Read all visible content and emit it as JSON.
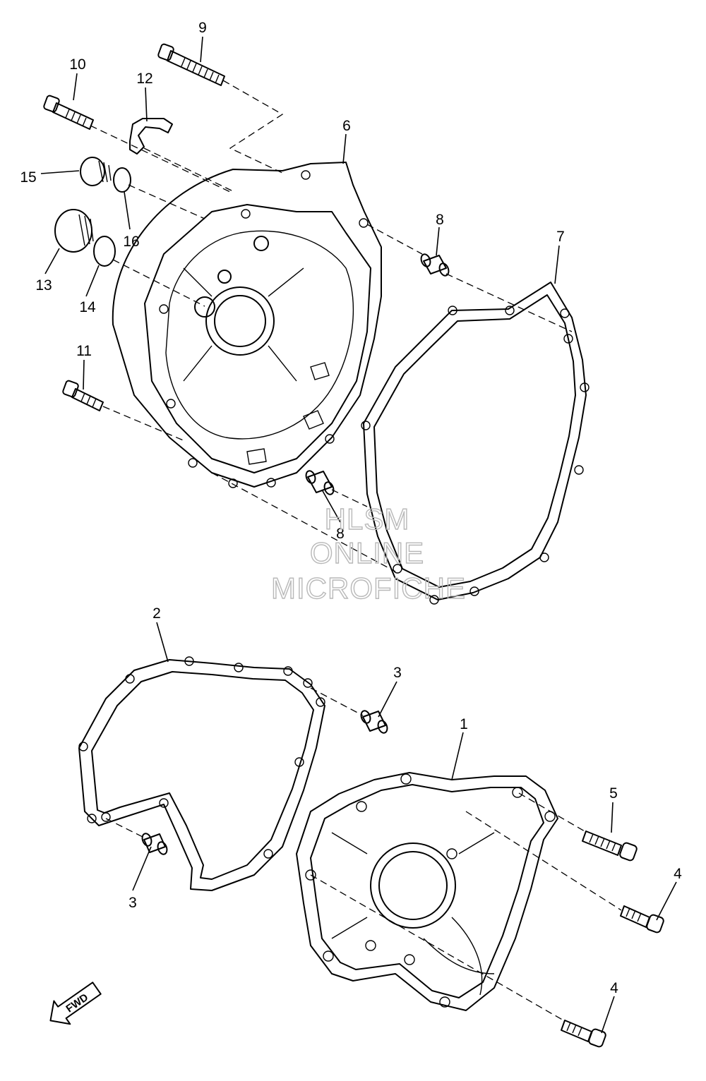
{
  "callouts": [
    {
      "id": "c9",
      "label": "9"
    },
    {
      "id": "c10",
      "label": "10"
    },
    {
      "id": "c12",
      "label": "12"
    },
    {
      "id": "c6",
      "label": "6"
    },
    {
      "id": "c15",
      "label": "15"
    },
    {
      "id": "c16",
      "label": "16"
    },
    {
      "id": "c13",
      "label": "13"
    },
    {
      "id": "c14",
      "label": "14"
    },
    {
      "id": "c8a",
      "label": "8"
    },
    {
      "id": "c7",
      "label": "7"
    },
    {
      "id": "c11",
      "label": "11"
    },
    {
      "id": "c8b",
      "label": "8"
    },
    {
      "id": "c2",
      "label": "2"
    },
    {
      "id": "c3a",
      "label": "3"
    },
    {
      "id": "c1",
      "label": "1"
    },
    {
      "id": "c5",
      "label": "5"
    },
    {
      "id": "c4a",
      "label": "4"
    },
    {
      "id": "c3b",
      "label": "3"
    },
    {
      "id": "c4b",
      "label": "4"
    }
  ],
  "watermark": {
    "line1": "HLSM",
    "line2": "ONLINE",
    "line3": "MICROFICHE"
  },
  "fwd_arrow": {
    "label": "FWD"
  }
}
